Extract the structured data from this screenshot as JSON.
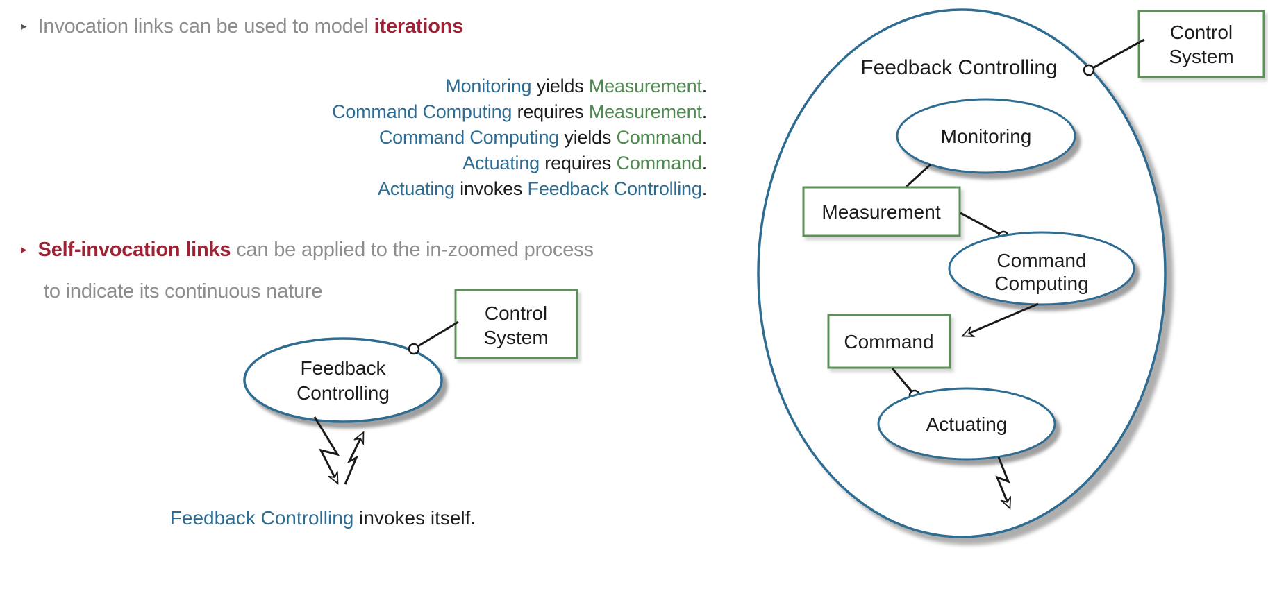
{
  "colors": {
    "blue": "#2d6c92",
    "green": "#4f8a4f",
    "green-border": "#5d9058",
    "maroon": "#9b2335",
    "gray": "#8d8d8d",
    "black": "#1c1c1c",
    "line": "#1a1a1a"
  },
  "bullet1": {
    "marker": "▸",
    "segments": [
      {
        "text": "Invocation links can be used to model ",
        "color": "gray"
      },
      {
        "text": "iterations",
        "color": "maroon"
      }
    ]
  },
  "sentences": [
    {
      "segments": [
        {
          "text": "Monitoring ",
          "color": "blue"
        },
        {
          "text": "yields ",
          "color": "black"
        },
        {
          "text": "Measurement",
          "color": "green"
        },
        {
          "text": ".",
          "color": "black"
        }
      ]
    },
    {
      "segments": [
        {
          "text": "Command Computing ",
          "color": "blue"
        },
        {
          "text": "requires ",
          "color": "black"
        },
        {
          "text": "Measurement",
          "color": "green"
        },
        {
          "text": ".",
          "color": "black"
        }
      ]
    },
    {
      "segments": [
        {
          "text": "Command Computing ",
          "color": "blue"
        },
        {
          "text": "yields ",
          "color": "black"
        },
        {
          "text": "Command",
          "color": "green"
        },
        {
          "text": ".",
          "color": "black"
        }
      ]
    },
    {
      "segments": [
        {
          "text": "Actuating ",
          "color": "blue"
        },
        {
          "text": "requires ",
          "color": "black"
        },
        {
          "text": "Command",
          "color": "green"
        },
        {
          "text": ".",
          "color": "black"
        }
      ]
    },
    {
      "segments": [
        {
          "text": "Actuating ",
          "color": "blue"
        },
        {
          "text": "invokes ",
          "color": "black"
        },
        {
          "text": "Feedback Controlling",
          "color": "blue"
        },
        {
          "text": ".",
          "color": "black"
        }
      ]
    }
  ],
  "bullet2": {
    "marker": "▸",
    "line1_segments": [
      {
        "text": "Self-invocation links",
        "color": "maroon"
      },
      {
        "text": " can be applied to the in-zoomed process",
        "color": "gray"
      }
    ],
    "line2": "to indicate its continuous nature"
  },
  "caption_segments": [
    {
      "text": "Feedback Controlling",
      "color": "blue"
    },
    {
      "text": " invokes itself.",
      "color": "black"
    }
  ],
  "left_diagram": {
    "process_line1": "Feedback",
    "process_line2": "Controlling",
    "object_line1": "Control",
    "object_line2": "System"
  },
  "right_diagram": {
    "container_label": "Feedback Controlling",
    "control_line1": "Control",
    "control_line2": "System",
    "monitoring": "Monitoring",
    "measurement": "Measurement",
    "command_computing_line1": "Command",
    "command_computing_line2": "Computing",
    "command": "Command",
    "actuating": "Actuating"
  }
}
